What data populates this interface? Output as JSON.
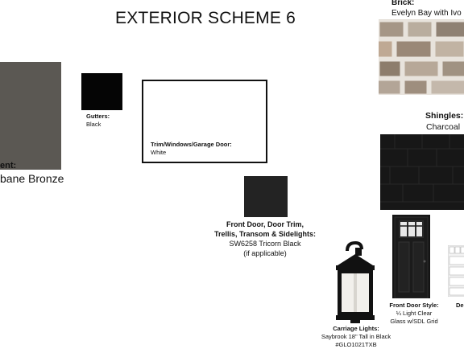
{
  "title": "EXTERIOR SCHEME 6",
  "accent": {
    "label": "ent:",
    "name": "bane Bronze",
    "color": "#5b5853"
  },
  "gutters": {
    "label": "Gutters:",
    "name": "Black",
    "color": "#050505"
  },
  "trim": {
    "label": "Trim/Windows/Garage Door:",
    "name": "White",
    "color": "#ffffff"
  },
  "front_door_paint": {
    "label_line1": "Front Door, Door Trim,",
    "label_line2": "Trellis, Transom & Sidelights:",
    "name": "SW6258 Tricorn Black",
    "note": "(if applicable)",
    "color": "#232323"
  },
  "brick": {
    "label": "Brick:",
    "name": "Evelyn Bay with Ivo"
  },
  "shingles": {
    "label": "Shingles:",
    "name": "Charcoal",
    "color": "#1e1e1e"
  },
  "front_door_style": {
    "label": "Front Door Style:",
    "line1": "¼ Light Clear",
    "line2": "Glass w/SDL Grid"
  },
  "garage_door": {
    "label": "De"
  },
  "carriage_lights": {
    "label": "Carriage Lights:",
    "name": "Saybrook 18\" Tall in Black",
    "sku": "#GLO1021TXB"
  }
}
